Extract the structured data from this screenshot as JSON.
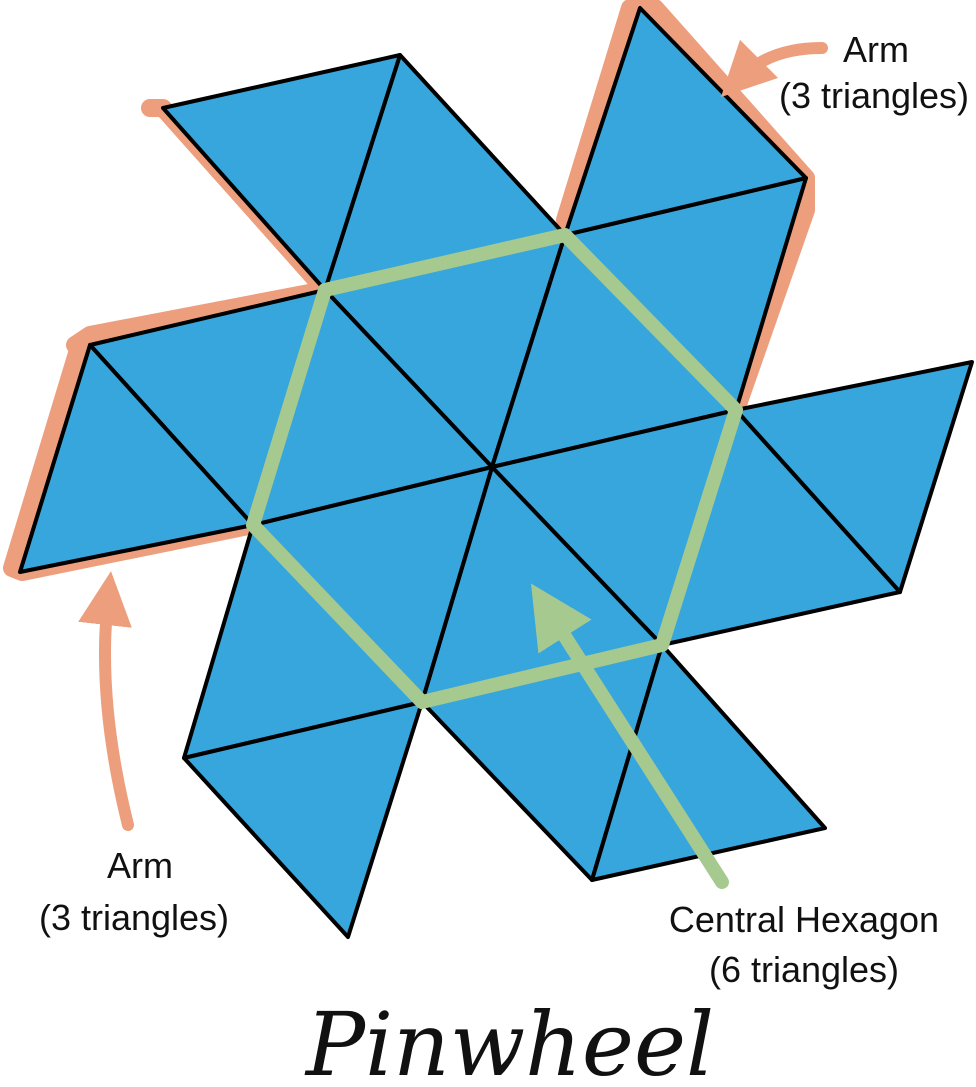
{
  "title": "Pinwheel",
  "labels": {
    "arm_top_right": {
      "line1": "Arm",
      "line2": "(3 triangles)"
    },
    "arm_bottom_left": {
      "line1": "Arm",
      "line2": "(3 triangles)"
    },
    "hexagon": {
      "line1": "Central Hexagon",
      "line2": "(6 triangles)"
    }
  },
  "colors": {
    "triangle_fill": "#37a6dc",
    "triangle_stroke": "#000000",
    "arm_outline": "#ec9e7d",
    "hexagon_outline": "#a6c98f",
    "text": "#111111"
  }
}
